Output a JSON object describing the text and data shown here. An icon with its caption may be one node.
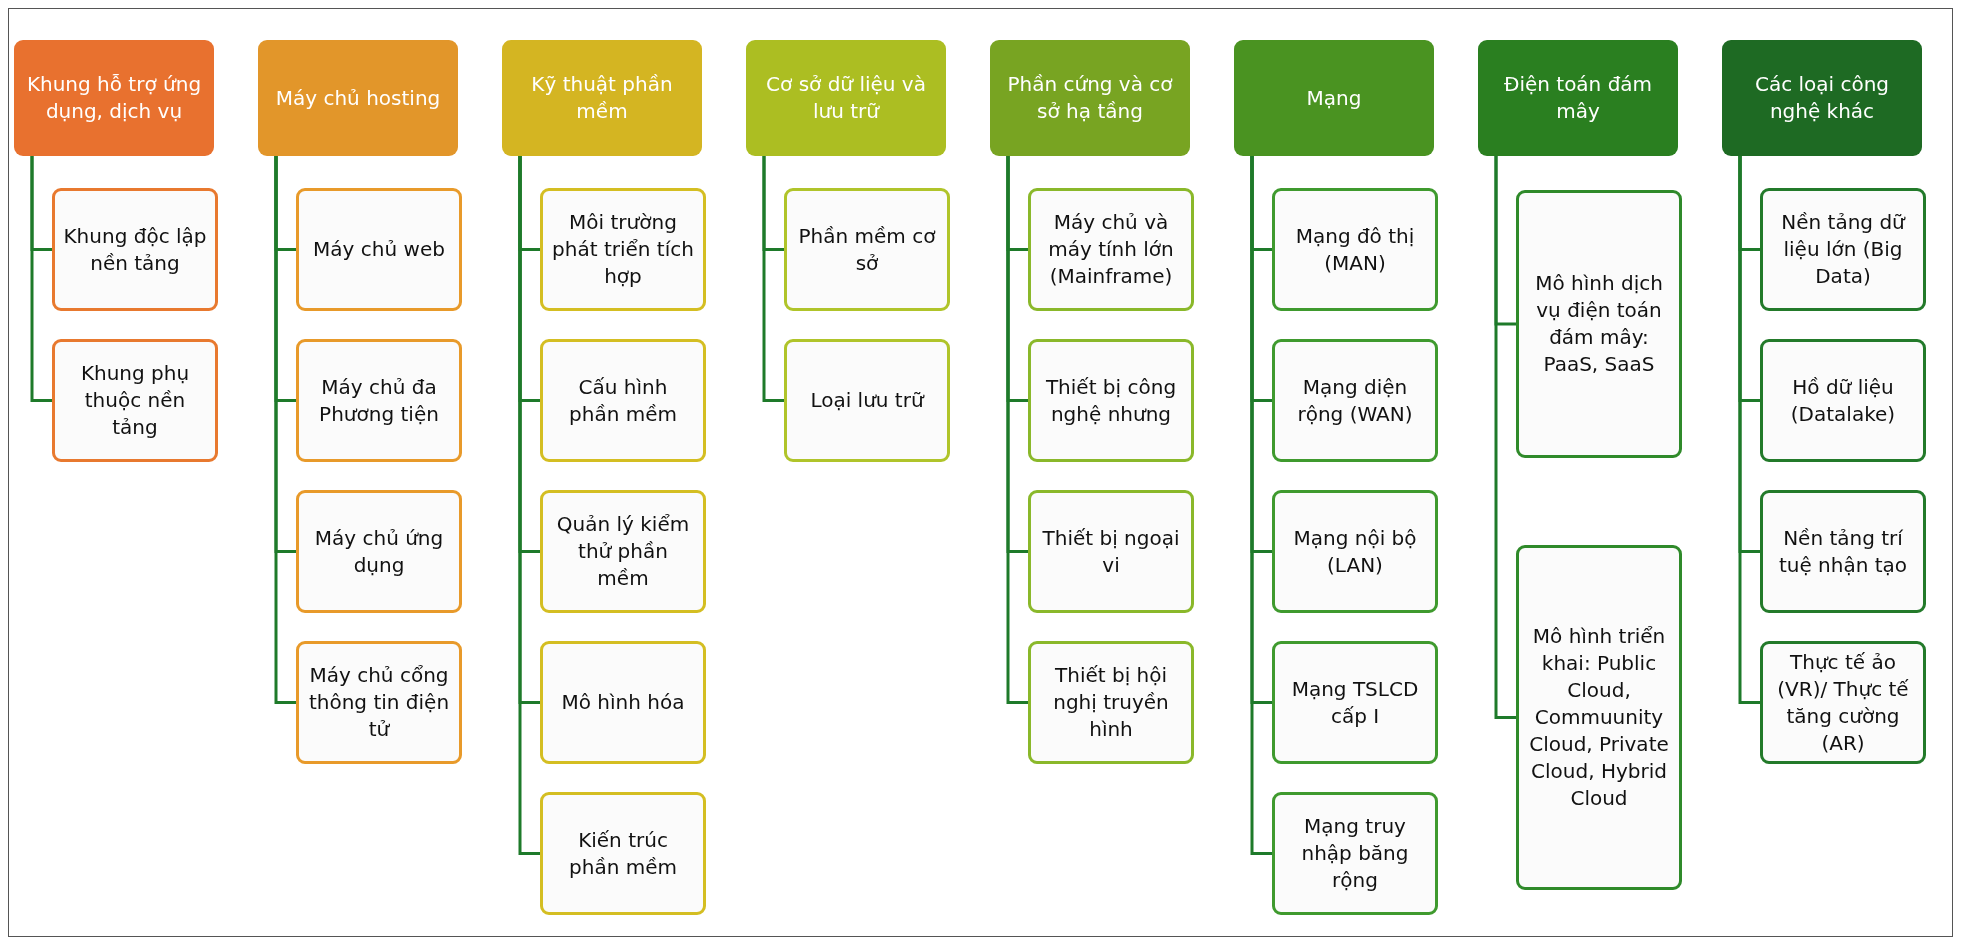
{
  "diagram": {
    "nodes": [
      {
        "text": [
          "Khung hỗ trợ ứng dụng, dịch vụ"
        ]
      },
      {
        "text": [
          "Khung độc lập nền tảng"
        ]
      },
      {
        "text": [
          "Khung phụ thuộc nền tảng"
        ]
      },
      {
        "text": [
          "Máy chủ hosting"
        ]
      },
      {
        "text": [
          "Máy chủ web"
        ]
      },
      {
        "text": [
          "Máy chủ đa Phương tiện"
        ]
      },
      {
        "text": [
          "Máy chủ ứng dụng"
        ]
      },
      {
        "text": [
          "Máy chủ cổng thông tin điện tử"
        ]
      },
      {
        "text": [
          "Kỹ thuật phần mềm"
        ]
      },
      {
        "text": [
          "Môi trường phát triển tích hợp"
        ]
      },
      {
        "text": [
          "Cấu hình phần mềm"
        ]
      },
      {
        "text": [
          "Quản lý kiểm thử phần mềm"
        ]
      },
      {
        "text": [
          "Mô hình hóa"
        ]
      },
      {
        "text": [
          "Kiến trúc phần mềm"
        ]
      },
      {
        "text": [
          "Cơ sở dữ liệu và lưu trữ"
        ]
      },
      {
        "text": [
          "Phần mềm cơ sở"
        ]
      },
      {
        "text": [
          "Loại lưu trữ"
        ]
      },
      {
        "text": [
          "Phần cứng và cơ sở hạ tầng"
        ]
      },
      {
        "text": [
          "Máy chủ và máy tính lớn (Mainframe)"
        ]
      },
      {
        "text": [
          "Thiết bị công nghệ nhưng"
        ]
      },
      {
        "text": [
          "Thiết bị ngoại vi"
        ]
      },
      {
        "text": [
          "Thiết bị hội nghị truyền hình"
        ]
      },
      {
        "text": [
          "Mạng"
        ]
      },
      {
        "text": [
          "Mạng đô thị (MAN)"
        ]
      },
      {
        "text": [
          "Mạng diện rộng (WAN)"
        ]
      },
      {
        "text": [
          "Mạng nội bộ (LAN)"
        ]
      },
      {
        "text": [
          "Mạng TSLCD cấp I"
        ]
      },
      {
        "text": [
          "Mạng truy nhập băng rộng"
        ]
      },
      {
        "text": [
          "Điện toán đám mây"
        ]
      },
      {
        "text": [
          "Mô hình dịch vụ điện toán đám mây: PaaS, SaaS"
        ]
      },
      {
        "text": [
          "Mô hình triển khai: Public Cloud, Commuunity Cloud, Private Cloud, Hybrid Cloud"
        ]
      },
      {
        "text": [
          "Các loại công nghệ khác"
        ]
      },
      {
        "text": [
          "Nền tảng dữ liệu lớn (Big Data)"
        ]
      },
      {
        "text": [
          "Hồ dữ liệu (Datalake)"
        ]
      },
      {
        "text": [
          "Nền tảng trí tuệ nhận tạo"
        ]
      },
      {
        "text": [
          "Thực tế ảo (VR)/ Thực tế tăng cường (AR)"
        ]
      }
    ],
    "edges": [
      {
        "from": 0,
        "to": 1,
        "arrow": "none"
      },
      {
        "from": 0,
        "to": 2,
        "arrow": "none"
      },
      {
        "from": 3,
        "to": 4,
        "arrow": "none"
      },
      {
        "from": 3,
        "to": 5,
        "arrow": "none"
      },
      {
        "from": 3,
        "to": 6,
        "arrow": "none"
      },
      {
        "from": 3,
        "to": 7,
        "arrow": "none"
      },
      {
        "from": 8,
        "to": 9,
        "arrow": "none"
      },
      {
        "from": 8,
        "to": 10,
        "arrow": "none"
      },
      {
        "from": 8,
        "to": 11,
        "arrow": "none"
      },
      {
        "from": 8,
        "to": 12,
        "arrow": "none"
      },
      {
        "from": 8,
        "to": 13,
        "arrow": "none"
      },
      {
        "from": 14,
        "to": 15,
        "arrow": "none"
      },
      {
        "from": 14,
        "to": 16,
        "arrow": "none"
      },
      {
        "from": 17,
        "to": 18,
        "arrow": "none"
      },
      {
        "from": 17,
        "to": 19,
        "arrow": "none"
      },
      {
        "from": 17,
        "to": 20,
        "arrow": "none"
      },
      {
        "from": 17,
        "to": 21,
        "arrow": "none"
      },
      {
        "from": 22,
        "to": 23,
        "arrow": "none"
      },
      {
        "from": 22,
        "to": 24,
        "arrow": "none"
      },
      {
        "from": 22,
        "to": 25,
        "arrow": "none"
      },
      {
        "from": 22,
        "to": 26,
        "arrow": "none"
      },
      {
        "from": 22,
        "to": 27,
        "arrow": "none"
      },
      {
        "from": 28,
        "to": 29,
        "arrow": "none"
      },
      {
        "from": 28,
        "to": 30,
        "arrow": "none"
      },
      {
        "from": 31,
        "to": 32,
        "arrow": "none"
      },
      {
        "from": 31,
        "to": 33,
        "arrow": "none"
      },
      {
        "from": 31,
        "to": 34,
        "arrow": "none"
      },
      {
        "from": 31,
        "to": 35,
        "arrow": "none"
      }
    ]
  }
}
